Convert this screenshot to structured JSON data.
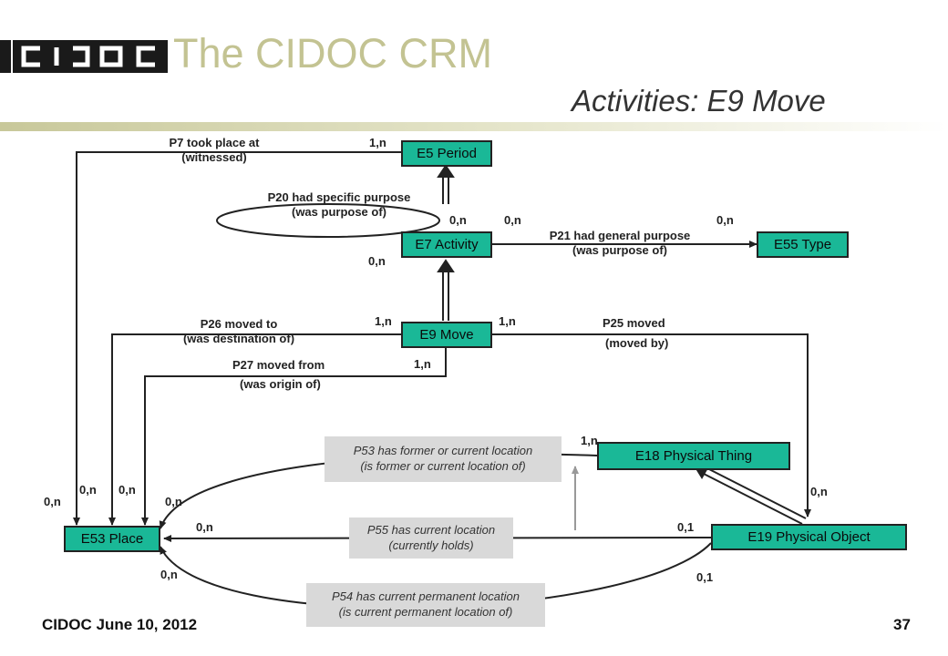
{
  "header": {
    "logo_text": "CIDOC",
    "title": "The CIDOC CRM",
    "subtitle": "Activities: E9 Move"
  },
  "entities": {
    "e5": "E5 Period",
    "e7": "E7 Activity",
    "e55": "E55 Type",
    "e9": "E9 Move",
    "e18": "E18 Physical Thing",
    "e53": "E53 Place",
    "e19": "E19 Physical Object"
  },
  "properties": {
    "p7": [
      "P7 took place at",
      "(witnessed)"
    ],
    "p20": [
      "P20 had specific purpose",
      "(was purpose of)"
    ],
    "p21": [
      "P21 had general purpose",
      "(was purpose of)"
    ],
    "p26": [
      "P26 moved to",
      "(was destination of)"
    ],
    "p25": [
      "P25 moved",
      "(moved by)"
    ],
    "p27": [
      "P27 moved from",
      "(was origin of)"
    ],
    "p53": [
      "P53 has former or current location",
      "(is former or current location of)"
    ],
    "p55": [
      "P55 has current location",
      "(currently holds)"
    ],
    "p54": [
      "P54 has current permanent location",
      "(is current permanent  location of)"
    ]
  },
  "cardinalities": {
    "p7_e5": "1,n",
    "p20_e7": "0,n",
    "p20_target": "0,n",
    "p21_e7": "0,n",
    "p21_e55": "0,n",
    "p7_e53": "0,n",
    "p26_e9": "1,n",
    "p25_e9": "1,n",
    "p27_e9": "1,n",
    "p26_e53": "0,n",
    "p27_e53": "0,n",
    "p53_e53": "0,n",
    "p25_e19": "0,n",
    "e18_isa": "1,n",
    "p55_e53": "0,n",
    "p55_e19": "0,1",
    "p54_e53": "0,n",
    "p54_e19": "0,1"
  },
  "footer": {
    "text": "CIDOC June 10, 2012",
    "page": "37"
  }
}
